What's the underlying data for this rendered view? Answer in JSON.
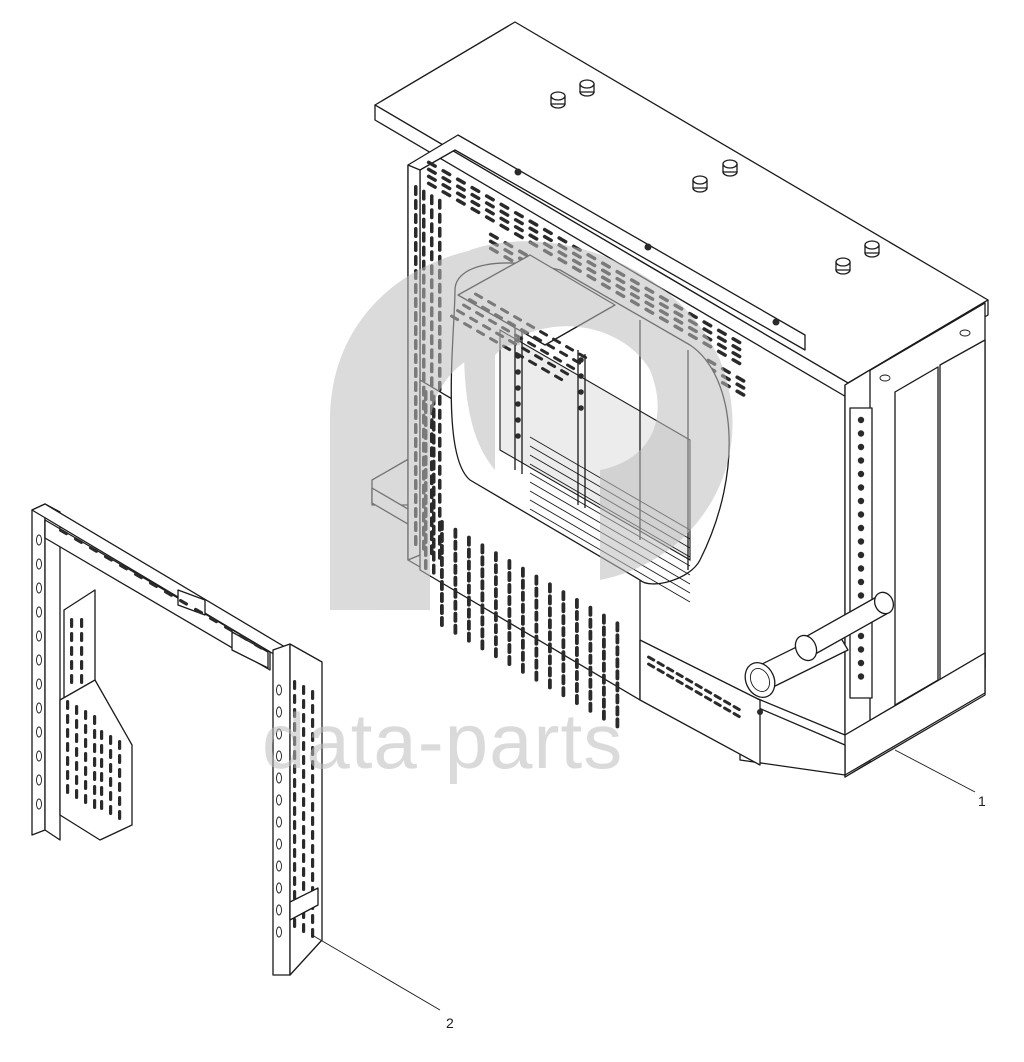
{
  "watermark": {
    "text": "data-parts",
    "color": "#bdbdbd"
  },
  "callouts": [
    {
      "label": "1",
      "part": "radiator-assembly"
    },
    {
      "label": "2",
      "part": "mounting-bracket"
    }
  ],
  "colors": {
    "line": "#1a1a1a",
    "background": "#ffffff",
    "slot_fill": "#2a2a2a"
  }
}
